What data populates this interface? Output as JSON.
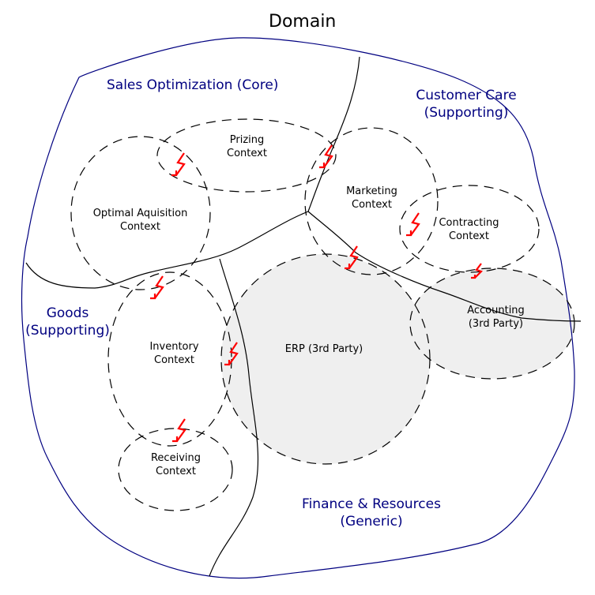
{
  "title": "Domain",
  "colors": {
    "subdomain_label": "#000080",
    "boundary": "#000080",
    "third_party_fill": "#efefef",
    "relation": "#ff0000"
  },
  "subdomains": {
    "sales": {
      "line1": "Sales Optimization (Core)"
    },
    "customer": {
      "line1": "Customer Care",
      "line2": "(Supporting)"
    },
    "goods": {
      "line1": "Goods",
      "line2": "(Supporting)"
    },
    "finance": {
      "line1": "Finance & Resources",
      "line2": "(Generic)"
    }
  },
  "contexts": {
    "prizing": {
      "line1": "Prizing",
      "line2": "Context"
    },
    "optimal": {
      "line1": "Optimal Aquisition",
      "line2": "Context"
    },
    "marketing": {
      "line1": "Marketing",
      "line2": "Context"
    },
    "contracting": {
      "line1": "Contracting",
      "line2": "Context"
    },
    "inventory": {
      "line1": "Inventory",
      "line2": "Context"
    },
    "receiving": {
      "line1": "Receiving",
      "line2": "Context"
    },
    "erp": {
      "line1": "ERP (3rd Party)"
    },
    "accounting": {
      "line1": "Accounting",
      "line2": "(3rd Party)"
    }
  },
  "relation_icon": "lightning-arrow-icon"
}
